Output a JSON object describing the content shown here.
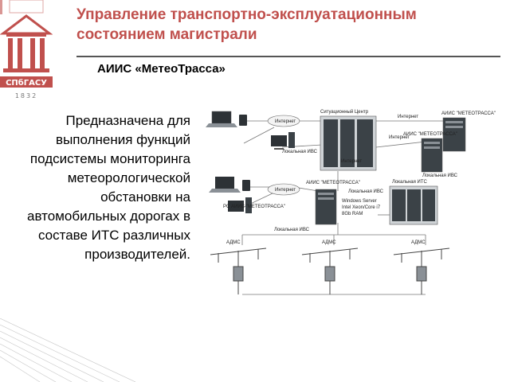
{
  "header": {
    "title": "Управление транспортно-эксплуатационным состоянием магистрали",
    "subtitle": "АИИС «МетеоТрасса»"
  },
  "logo": {
    "text": "СПбГАСУ",
    "year": "1832"
  },
  "body": {
    "text": "Предназначена для выполнения функций подсистемы мониторинга метеорологической обстановки на автомобильных дорогах в составе ИТС различных производителей."
  },
  "diagram": {
    "labels": {
      "situation_center": "Ситуационный Центр",
      "internet_top": "Интернет",
      "internet_right": "Интернет",
      "internet_right2": "Интернет",
      "internet_mid": "Интернет",
      "internet_lower": "Интернет",
      "aiis_right_top": "АИИС \"МЕТЕОТРАССА\"",
      "aiis_right_mid": "АИИС \"МЕТЕОТРАССА\"",
      "aiis_center": "АИИС \"МЕТЕОТРАССА\"",
      "pc_aiis": "PC  АИИС \"МЕТЕОТРАССА\"",
      "local_ivs_top": "Локальная ИВС",
      "local_ivs_mid": "Локальная ИВС",
      "local_ivs_lower": "Локальная ИВС",
      "local_ivs_right": "Локальная ИВС",
      "local_its": "Локальная ИТС",
      "server_os": "Windows Server",
      "server_cpu": "Intel Xeon/Core i7",
      "server_ram": "8Gb RAM",
      "adms1": "АДМС",
      "adms2": "АДМС",
      "adms3": "АДМС"
    }
  }
}
